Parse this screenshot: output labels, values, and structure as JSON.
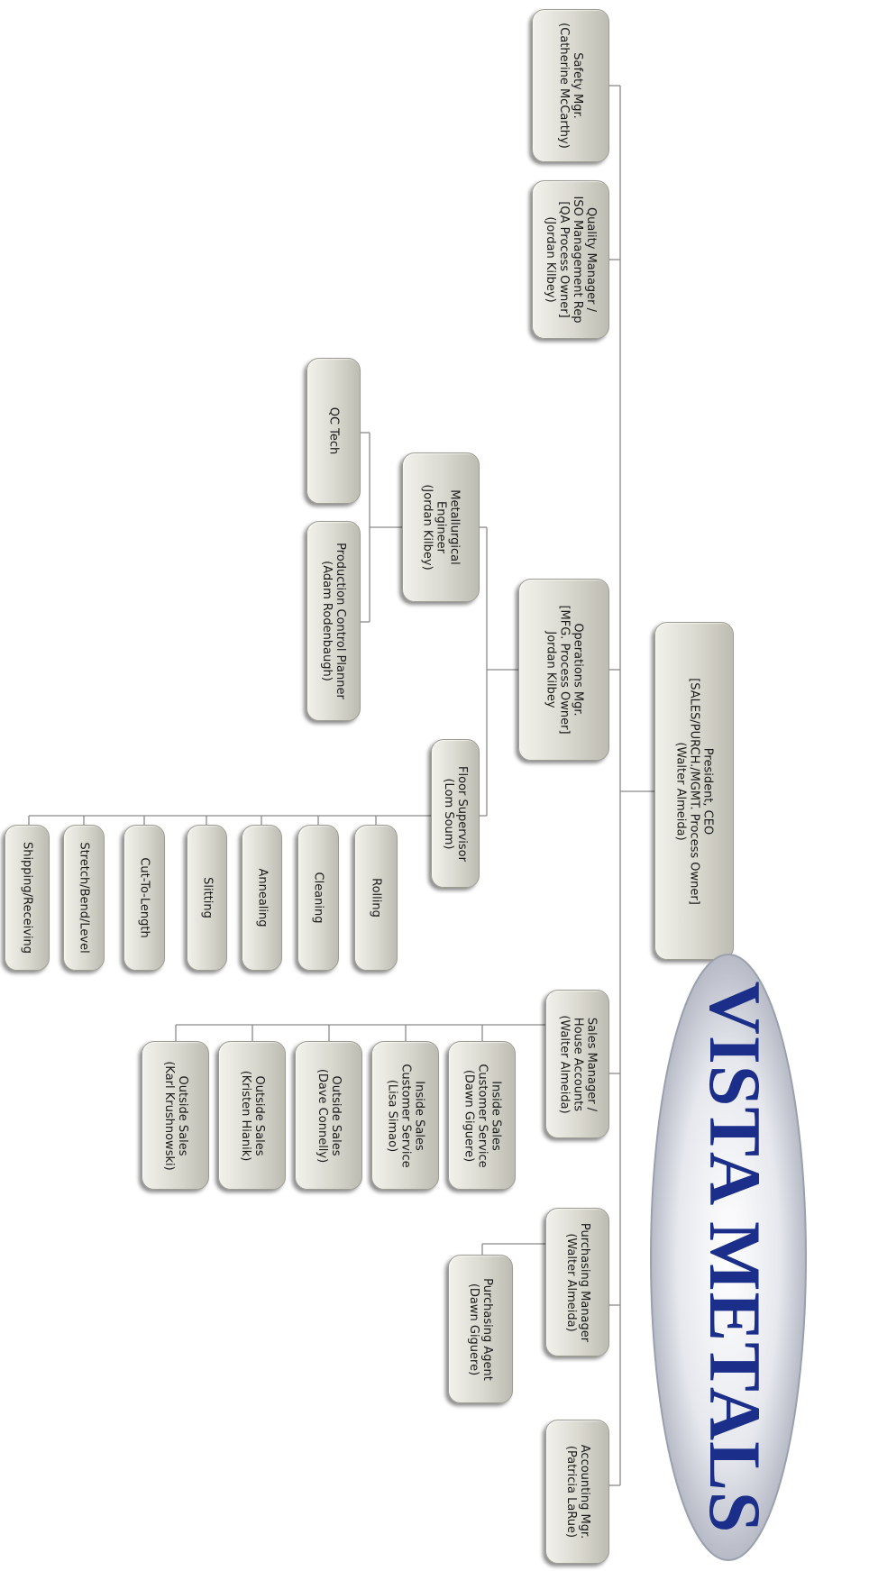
{
  "logo": {
    "text": "VISTA METALS",
    "colors": {
      "oval": "#c9ccd6",
      "letters": "#1b2f8a"
    }
  },
  "nodes": {
    "president": {
      "lines": [
        "President, CEO",
        "[SALES/PURCH./MGMT. Process Owner]",
        "(Walter Almeida)"
      ]
    },
    "safety_mgr": {
      "lines": [
        "Safety Mgr.",
        "(Catherine McCarthy)"
      ]
    },
    "quality_mgr": {
      "lines": [
        "Quality Manager /",
        "ISO Management Rep",
        "[QA Process Owner]",
        "(Jordan Kilbey)"
      ]
    },
    "operations_mgr": {
      "lines": [
        "Operations Mgr.",
        "[MFG. Process Owner]",
        "Jordan Kilbey"
      ]
    },
    "metallurgical_engineer": {
      "lines": [
        "Metallurgical",
        "Engineer",
        "(Jordan Kilbey)"
      ]
    },
    "qc_tech": {
      "lines": [
        "QC Tech"
      ]
    },
    "production_control_planner": {
      "lines": [
        "Production Control Planner",
        "(Adam Rodenbaugh)"
      ]
    },
    "floor_supervisor": {
      "lines": [
        "Floor Supervisor",
        "(Lom Soum)"
      ]
    },
    "rolling": {
      "lines": [
        "Rolling"
      ]
    },
    "cleaning": {
      "lines": [
        "Cleaning"
      ]
    },
    "annealing": {
      "lines": [
        "Annealing"
      ]
    },
    "slitting": {
      "lines": [
        "Slitting"
      ]
    },
    "cut_to_length": {
      "lines": [
        "Cut-To-Length"
      ]
    },
    "stretch_bend_level": {
      "lines": [
        "Stretch/Bend/Level"
      ]
    },
    "shipping_receiving": {
      "lines": [
        "Shipping/Receiving"
      ]
    },
    "sales_manager": {
      "lines": [
        "Sales Manager /",
        "House Accounts",
        "(Walter Almeida)"
      ]
    },
    "inside_sales_dawn": {
      "lines": [
        "Inside Sales",
        "Customer Service",
        "(Dawn Giguere)"
      ]
    },
    "inside_sales_lisa": {
      "lines": [
        "Inside Sales",
        "Customer Service",
        "(Lisa Simao)"
      ]
    },
    "outside_sales_dave": {
      "lines": [
        "Outside Sales",
        "(Dave Connelly)"
      ]
    },
    "outside_sales_kristen": {
      "lines": [
        "Outside Sales",
        "(Kristen Hianik)"
      ]
    },
    "outside_sales_karl": {
      "lines": [
        "Outside Sales",
        "(Karl Krushnowski)"
      ]
    },
    "purchasing_manager": {
      "lines": [
        "Purchasing Manager",
        "(Walter Almeida)"
      ]
    },
    "purchasing_agent": {
      "lines": [
        "Purchasing Agent",
        "(Dawn Giguere)"
      ]
    },
    "accounting_mgr": {
      "lines": [
        "Accounting Mgr.",
        "(Patricia LaRue)"
      ]
    }
  }
}
